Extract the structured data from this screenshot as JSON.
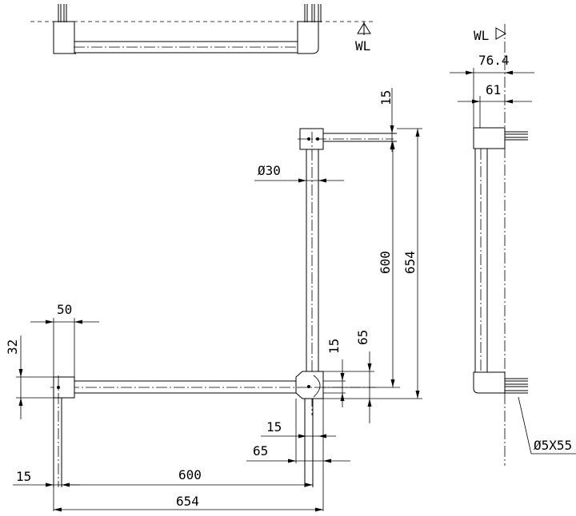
{
  "labels": {
    "wl_top": "WL",
    "wl_side": "WL",
    "dim_76_4": "76.4",
    "dim_61": "61",
    "dim_15_top": "15",
    "dim_dia30": "Ø30",
    "dim_600_vert": "600",
    "dim_654_vert": "654",
    "dim_65_vert": "65",
    "dim_15_vert": "15",
    "dim_50": "50",
    "dim_32": "32",
    "dim_15_corner": "15",
    "dim_65_corner": "65",
    "dim_15_left": "15",
    "dim_600_horiz": "600",
    "dim_654_horiz": "654",
    "dim_screw": "Ø5X55"
  }
}
